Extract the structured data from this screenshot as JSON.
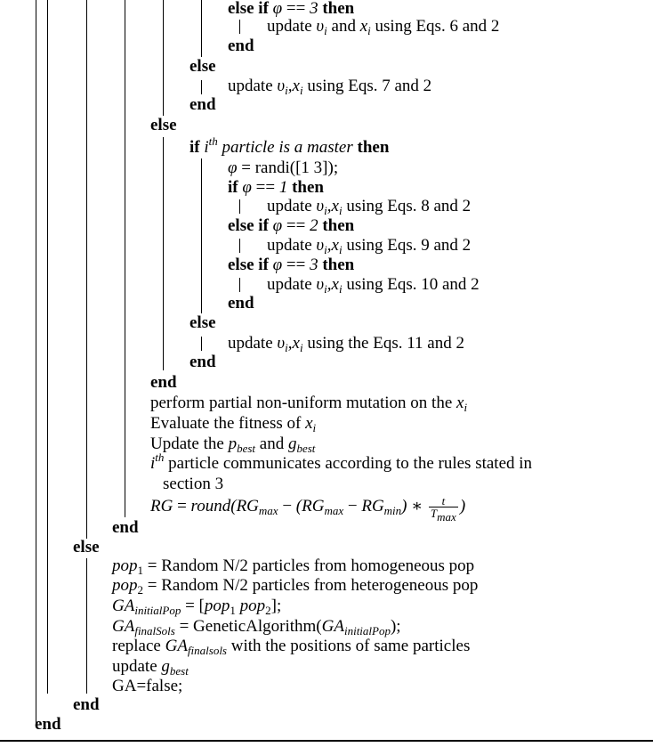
{
  "kw": {
    "else_if": "else if",
    "then": "then",
    "end": "end",
    "else": "else",
    "if": "if"
  },
  "v1": {
    "phi": "φ",
    "eq": "==",
    "three": "3",
    "one": "1",
    "two": "2"
  },
  "l_upd_vi_xi_6": {
    "upd": "update",
    "v": "υ",
    "i": "i",
    "and": "and",
    "x": "x",
    "tail": "using Eqs. 6 and 2"
  },
  "l_upd_7": {
    "upd": "update",
    "v": "υ",
    "i": "i",
    "comma": ",",
    "x": "x",
    "tail": "using Eqs. 7 and 2"
  },
  "l_master": {
    "i": "i",
    "th": "th",
    "mid": "particle is a master"
  },
  "l_randi": {
    "phi": "φ",
    "eq": "= randi([1 3]);"
  },
  "l_upd_8": {
    "tail": "using Eqs. 8 and 2"
  },
  "l_upd_9": {
    "tail": "using Eqs. 9 and 2"
  },
  "l_upd_10": {
    "tail": "using Eqs. 10 and 2"
  },
  "l_upd_11": {
    "tail": "using the Eqs. 11 and 2"
  },
  "l_mut": {
    "text": "perform partial non-uniform mutation on the"
  },
  "l_eval": {
    "text": "Evaluate the fitness of"
  },
  "l_upd_pg": {
    "pre": "Update the",
    "p": "p",
    "best": "best",
    "and": "and",
    "g": "g"
  },
  "l_comm": {
    "text": "particle communicates according to the rules stated in"
  },
  "l_sec": {
    "text": "section 3"
  },
  "l_rg": {
    "rg": "RG",
    "eq": "=",
    "round": "round(",
    "max": "max",
    "minus": "−",
    "min": "min",
    "times": "∗",
    "t": "t",
    "T": "T",
    "close": ")"
  },
  "l_pop1": {
    "pop": "pop",
    "one": "1",
    "rest": "= Random N/2 particles from homogeneous pop"
  },
  "l_pop2": {
    "pop": "pop",
    "two": "2",
    "rest": "= Random N/2 particles from heterogeneous pop"
  },
  "l_ga_init": {
    "ga": "GA",
    "sub": "initialPop",
    "eq": "= [",
    "pop1": "pop",
    "one": "1",
    "pop2": "pop",
    "two": "2",
    "close": "];"
  },
  "l_ga_final": {
    "ga": "GA",
    "sub": "finalSols",
    "eq": "= GeneticAlgorithm(",
    "sub2": "initialPop",
    "close": ");"
  },
  "l_replace": {
    "pre": "replace",
    "ga": "GA",
    "sub": "finalsols",
    "rest": "with the positions of same particles"
  },
  "l_upd_g": {
    "pre": "update",
    "g": "g",
    "sub": "best"
  },
  "l_ga_false": {
    "text": "GA=false;"
  }
}
